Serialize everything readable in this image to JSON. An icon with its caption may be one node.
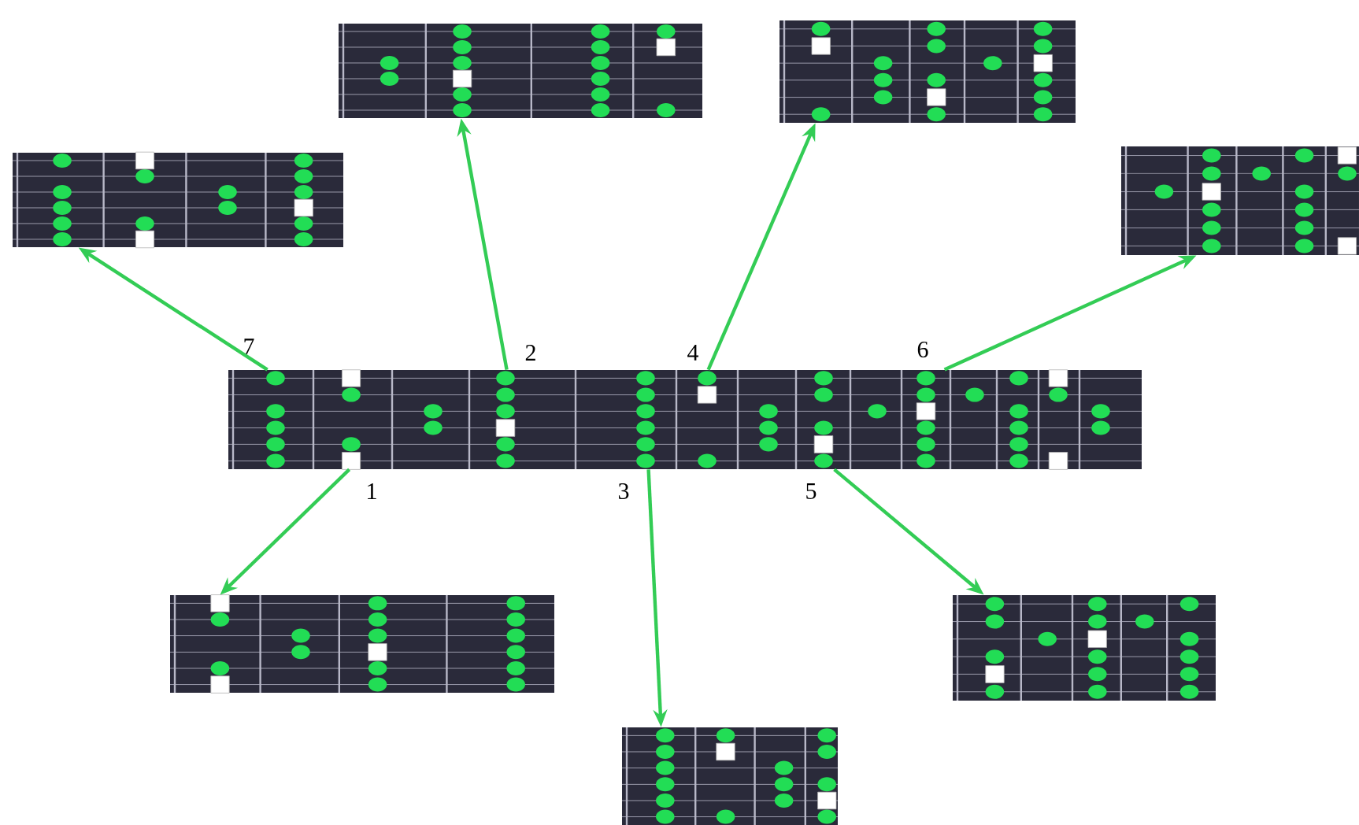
{
  "diagram": {
    "nodes": [
      {
        "text": [],
        "shape": "picture"
      },
      {
        "text": [],
        "shape": "picture"
      },
      {
        "text": [],
        "shape": "picture"
      },
      {
        "text": [],
        "shape": "picture"
      },
      {
        "text": [],
        "shape": "picture"
      },
      {
        "text": [],
        "shape": "picture"
      },
      {
        "text": [],
        "shape": "picture"
      },
      {
        "text": [],
        "shape": "picture"
      }
    ],
    "edges": [
      {
        "from": 4,
        "to": 5,
        "arrow": "to",
        "label": "1"
      },
      {
        "from": 4,
        "to": 0,
        "arrow": "to",
        "label": "2"
      },
      {
        "from": 4,
        "to": 7,
        "arrow": "to",
        "label": "3"
      },
      {
        "from": 4,
        "to": 1,
        "arrow": "to",
        "label": "4"
      },
      {
        "from": 4,
        "to": 6,
        "arrow": "to",
        "label": "5"
      },
      {
        "from": 4,
        "to": 3,
        "arrow": "to",
        "label": "6"
      },
      {
        "from": 4,
        "to": 2,
        "arrow": "to",
        "label": "7"
      }
    ]
  }
}
